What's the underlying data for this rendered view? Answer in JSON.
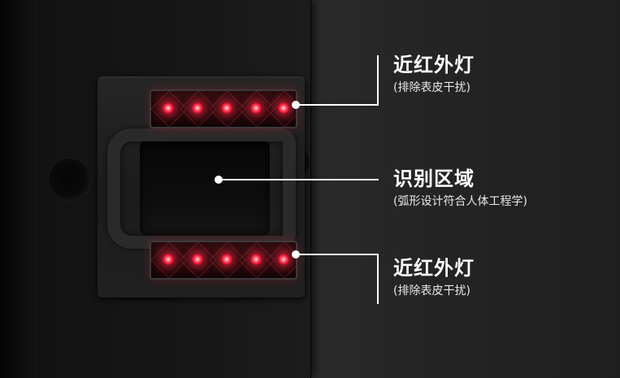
{
  "callouts": [
    {
      "title": "近红外灯",
      "subtitle": "(排除表皮干扰)"
    },
    {
      "title": "识别区域",
      "subtitle": "(弧形设计符合人体工程学)"
    },
    {
      "title": "近红外灯",
      "subtitle": "(排除表皮干扰)"
    }
  ],
  "colors": {
    "background": "#1a1a1a",
    "led_glow": "#ff2a46",
    "callout_line": "#ffffff",
    "text": "#ffffff"
  }
}
